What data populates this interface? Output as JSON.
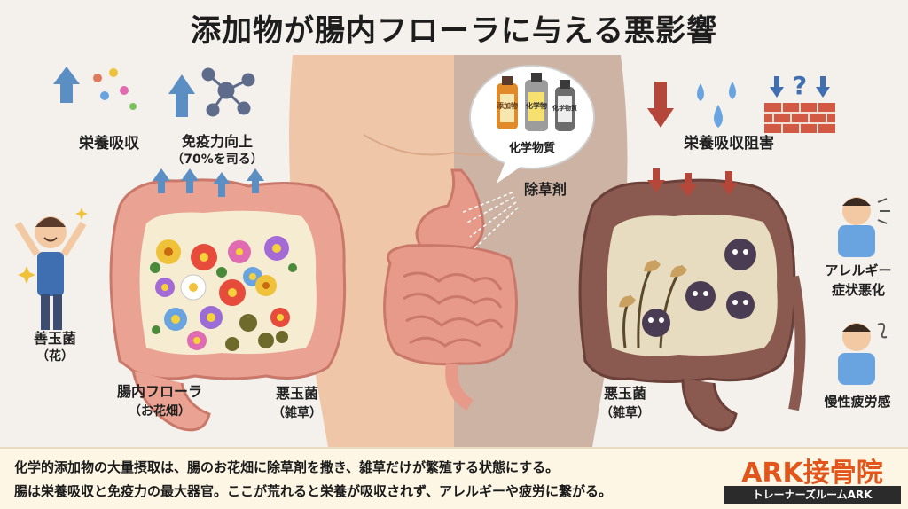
{
  "title": "添加物が腸内フローラに与える悪影響",
  "labels": {
    "nutrition": "栄養吸収",
    "immunity": "免疫力向上",
    "immunity_sub": "（70%を司る）",
    "good_bacteria": "善玉菌",
    "good_bacteria_sub": "（花）",
    "flora": "腸内フローラ",
    "flora_sub": "（お花畑）",
    "bad_bacteria_left": "悪玉菌",
    "bad_bacteria_left_sub": "（雑草）",
    "chemicals": "化学物質",
    "herbicide": "除草剤",
    "absorption_block": "栄養吸収阻害",
    "allergy_l1": "アレルギー",
    "allergy_l2": "症状悪化",
    "fatigue": "慢性疲労感",
    "bad_bacteria_right": "悪玉菌",
    "bad_bacteria_right_sub": "（雑草）",
    "bottle1": "添加物",
    "bottle2": "化学物",
    "bottle3": "化学物質",
    "question": "?"
  },
  "footer": {
    "line1": "化学的添加物の大量摂取は、腸のお花畑に除草剤を撒き、雑草だけが繁殖する状態にする。",
    "line2": "腸は栄養吸収と免疫力の最大器官。ここが荒れると栄養が吸収されず、アレルギーや疲労に繋がる。"
  },
  "brand": {
    "name": "ARK接骨院",
    "sub": "トレーナーズルームARK"
  },
  "colors": {
    "arrow_blue": "#5b8fc4",
    "arrow_red": "#b5473a",
    "gut_pink": "#e79a8a",
    "gut_dark": "#8a5a50",
    "brand_orange": "#e2561b"
  }
}
